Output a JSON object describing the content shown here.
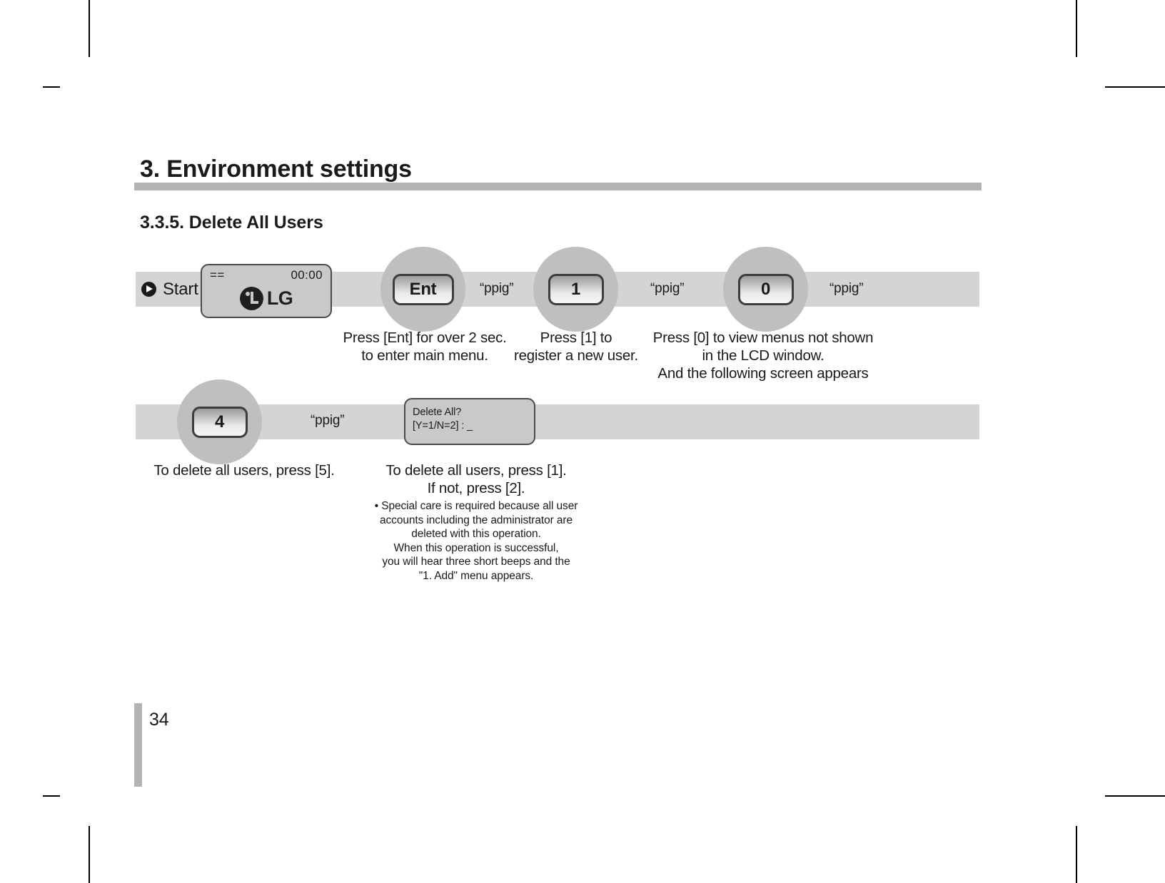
{
  "header": {
    "chapter_title": "3. Environment settings",
    "section_title": "3.3.5. Delete All Users"
  },
  "flow": {
    "start_label": "Start",
    "lcd_main": {
      "status_left": "==",
      "clock": "00:00",
      "brand": "LG"
    },
    "keys": [
      {
        "name": "ent",
        "label": "Ent"
      },
      {
        "name": "one",
        "label": "1"
      },
      {
        "name": "zero",
        "label": "0"
      },
      {
        "name": "four",
        "label": "4"
      }
    ],
    "sound_labels": [
      "“ppig”",
      "“ppig”",
      "“ppig”",
      "“ppig”"
    ],
    "lcd_confirm": {
      "line1": "Delete All?",
      "line2": "[Y=1/N=2] : _"
    }
  },
  "captions": {
    "ent": {
      "line1": "Press [Ent] for over 2 sec.",
      "line2": "to enter main menu."
    },
    "key_one": {
      "line1": "Press [1] to",
      "line2": "register a new user."
    },
    "key_zero": {
      "line1": "Press [0] to view menus not shown",
      "line2": "in the LCD window.",
      "line3": "And the following screen appears"
    },
    "key_four": {
      "line1": "To delete all users, press [5]."
    },
    "confirm": {
      "line1": "To delete all users, press [1].",
      "line2": "If not, press [2].",
      "note1": "• Special care is required because all user",
      "note2": "accounts including the administrator are",
      "note3": "deleted with this operation.",
      "note4": "When this operation is successful,",
      "note5": "you will hear three short beeps and the",
      "note6": "\"1. Add\" menu appears."
    }
  },
  "footer": {
    "page_number": "34"
  },
  "colors": {
    "rule_gray": "#b3b3b3",
    "band_gray": "#d4d4d4",
    "node_gray": "#bfbfbf",
    "lcd_gray": "#c9c9c9",
    "ink": "#1a1a1a"
  }
}
